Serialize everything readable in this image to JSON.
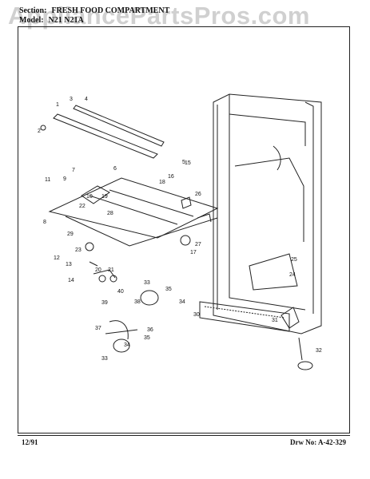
{
  "header": {
    "section_label": "Section:",
    "section_value": "FRESH FOOD COMPARTMENT",
    "model_label": "Model:",
    "model_value": "N21 N21A"
  },
  "watermark": "AppliancePartsPros.com",
  "footer": {
    "date": "12/91",
    "drawing_no": "Drw No: A-42-329"
  },
  "callouts": [
    "1",
    "2",
    "3",
    "4",
    "5",
    "6",
    "7",
    "8",
    "9",
    "10",
    "11",
    "12",
    "13",
    "14",
    "15",
    "16",
    "17",
    "18",
    "19",
    "20",
    "21",
    "22",
    "23",
    "24",
    "25",
    "26",
    "27",
    "28",
    "29",
    "30",
    "31",
    "32",
    "33",
    "34",
    "35",
    "36",
    "37",
    "38",
    "39",
    "40"
  ]
}
